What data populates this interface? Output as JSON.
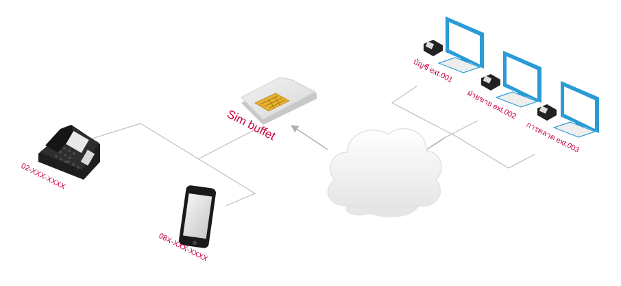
{
  "diagram": {
    "labels": {
      "sim": "Sim buffet",
      "desk_phone": "02-XXX-XXXX",
      "mobile": "08X-XXX-XXXX",
      "ext1": "บัญชี ext.001",
      "ext2": "ฝ่ายขาย ext.002",
      "ext3": "การตลาด ext.003"
    },
    "colors": {
      "accent_label": "#c8003c",
      "monitor": "#2a9bd6",
      "connector": "#bdbdbd",
      "arrow": "#b0b0b0",
      "sim_chip": "#e8b030"
    },
    "icons": [
      "desk-phone-icon",
      "smartphone-icon",
      "sim-card-icon",
      "cloud-icon",
      "workstation-icon"
    ]
  }
}
